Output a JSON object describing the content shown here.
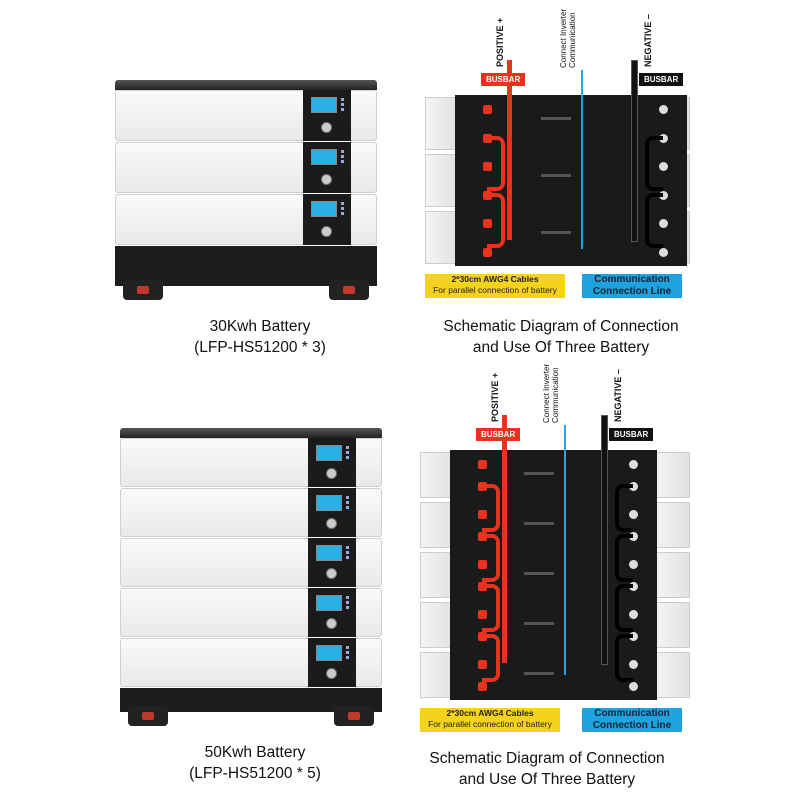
{
  "products": [
    {
      "title": "30Kwh Battery",
      "model": "(LFP-HS51200 * 3)",
      "modules": 3
    },
    {
      "title": "50Kwh Battery",
      "model": "(LFP-HS51200 * 5)",
      "modules": 5
    }
  ],
  "schematics": [
    {
      "title_line1": "Schematic Diagram of Connection",
      "title_line2": "and Use Of Three Battery",
      "rows": 3,
      "positive_label": "POSITIVE +",
      "negative_label": "NEGATIVE –",
      "comm_label_1": "Connect Inverter",
      "comm_label_2": "Communication",
      "busbar_pos": "BUSBAR",
      "busbar_neg": "BUSBAR",
      "cable_label_1": "2*30cm AWG4 Cables",
      "cable_label_2": "For parallel connection of battery",
      "comm_line_label_1": "Communication",
      "comm_line_label_2": "Connection Line"
    },
    {
      "title_line1": "Schematic Diagram of Connection",
      "title_line2": "and Use Of Three Battery",
      "rows": 5,
      "positive_label": "POSITIVE +",
      "negative_label": "NEGATIVE –",
      "comm_label_1": "Connect Inverter",
      "comm_label_2": "Communication",
      "busbar_pos": "BUSBAR",
      "busbar_neg": "BUSBAR",
      "cable_label_1": "2*30cm AWG4 Cables",
      "cable_label_2": "For parallel connection of battery",
      "comm_line_label_1": "Communication",
      "comm_line_label_2": "Connection Line"
    }
  ],
  "colors": {
    "positive": "#e8321e",
    "negative": "#111111",
    "comm": "#2aa3e0",
    "label_yellow": "#f5d21c"
  }
}
